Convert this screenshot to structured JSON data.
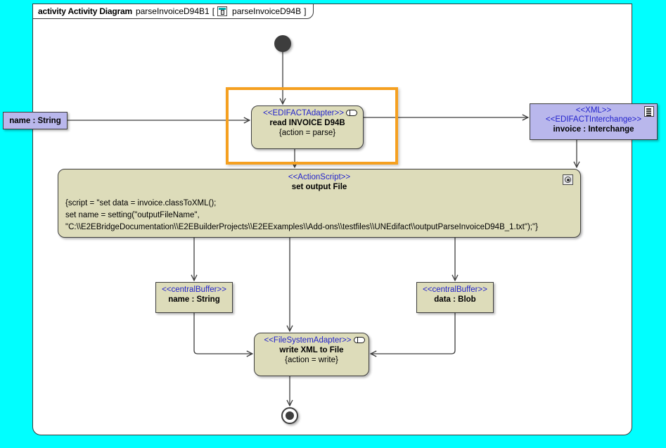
{
  "frame": {
    "keyword": "activity Activity Diagram",
    "name": "parseInvoiceD94B1",
    "bracket_open": "[",
    "ref_name": "parseInvoiceD94B",
    "bracket_close": "]",
    "icon": "diagram-icon"
  },
  "colors": {
    "canvas": "#00FFFF",
    "frame_bg": "#FFFFFF",
    "action_fill": "#DDDCBA",
    "object_fill": "#B9B7EC",
    "stereotype_text": "#2222CC",
    "selection": "#F5A020",
    "line": "#3d3d3d"
  },
  "nodes": {
    "initial": {
      "name": "initial-node"
    },
    "final": {
      "name": "activity-final-node"
    },
    "read_invoice": {
      "stereotype": "<<EDIFACTAdapter>>",
      "name": "read INVOICE D94B",
      "property": "{action = parse}",
      "pin_icon": "adapter-pin-icon"
    },
    "set_output_file": {
      "stereotype": "<<ActionScript>>",
      "name": "set output File",
      "icon": "script-target-icon",
      "script_lines": [
        "{script = \"set data = invoice.classToXML();",
        "set name = setting(\"outputFileName\",",
        "\"C:\\\\E2EBridgeDocumentation\\\\E2EBuilderProjects\\\\E2EExamples\\\\Add-ons\\\\testfiles\\\\UNEdifact\\\\outputParseInvoiceD94B_1.txt\");\"}"
      ]
    },
    "write_xml": {
      "stereotype": "<<FileSystemAdapter>>",
      "name": "write XML to File",
      "property": "{action = write}",
      "pin_icon": "adapter-pin-icon"
    },
    "invoice_interchange": {
      "stereotype_1": "<<XML>>",
      "stereotype_2": "<<EDIFACTInterchange>>",
      "name": "invoice : Interchange",
      "icon": "document-icon"
    },
    "input_name_string": {
      "name": "name : String"
    },
    "buffer_name": {
      "stereotype": "<<centralBuffer>>",
      "name": "name : String"
    },
    "buffer_data": {
      "stereotype": "<<centralBuffer>>",
      "name": "data : Blob"
    }
  }
}
